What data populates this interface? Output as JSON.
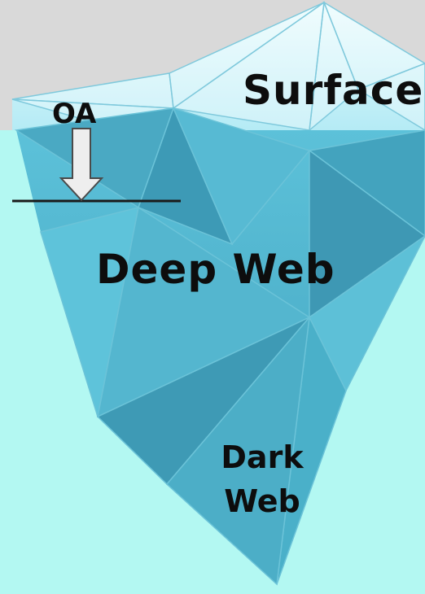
{
  "diagram": {
    "labels": {
      "surface": "Surface",
      "oa": "OA",
      "deep_web": "Deep Web",
      "dark_web": "Dark Web"
    },
    "colors": {
      "sky": "#d9d9d9",
      "water": "#b3f8f2",
      "ice_above": "#c9f2f9",
      "ice_below": "#4fb6d0",
      "arrow_fill": "#eeeeee",
      "line": "#1a1a1a"
    }
  }
}
